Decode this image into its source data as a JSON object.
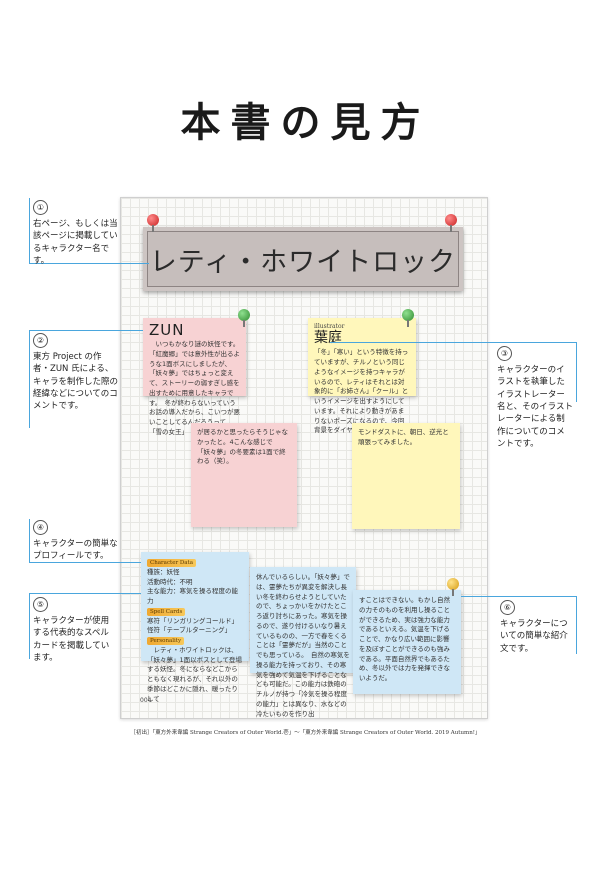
{
  "page_title": "本書の見方",
  "character_name": "レティ・ホワイトロック",
  "zun_note": {
    "name": "ZUN",
    "text_top": "　いつもかなり謎の妖怪です。「紅魔郷」では意外性が出るような1面ボスにしましたが、「妖々夢」ではちょっと変えて、ストーリーの弱すぎし感を出すために用意したキャラです。　冬が終わらないっていうお話の導入だから、こいつが悪いことしてるんだろうって、「雪の女王」",
    "text_bottom": "が居るかと思ったらそうじゃなかったと。4こんな感じで「妖々夢」の冬要素は1面で終わる（笑）。"
  },
  "illustrator_note": {
    "label": "illustrator",
    "name": "葉庭",
    "text_top": "「冬」「寒い」という特徴を持っていますが、チルノという同じようなイメージを持つキャラがいるので、レティはそれとは対象的に「お姉さん」「クール」というイメージを出すようにしています。それにより動きがあまりないポーズになるので、今回背景をダイヤ",
    "text_bottom": "モンドダストに、朝日、逆光と頑張ってみました。"
  },
  "profile_note": {
    "heading_data": "Character Data",
    "data_lines": [
      "種族：妖怪",
      "活動時代：不明",
      "主な能力：寒気を操る程度の能力"
    ],
    "heading_spell": "Spell Cards",
    "spell_lines": [
      "寒符「リンガリングコールド」",
      "怪符「テーブルターニング」"
    ],
    "heading_personality": "Personality",
    "personality_text": "　レティ・ホワイトロックは、「妖々夢」1面以ボスとして登場する妖怪。冬にならなどこからともなく現れるが、それ以外の季節はどこかに隠れ、暖ったりして"
  },
  "middle_note": {
    "text": "休んでいるらしい。「妖々夢」では、霊夢たちが異変を解決し長い冬を終わらせようとしていたので、ちょっかいをかけたところ返り討ちにあった。寒気を操るので、遂り付けるいなり暑えているものの、一方で春をくることは「霊夢だが」当然のことでも思っている。　自然の寒気を操る能力を持っており、その寒気を強めて気温を下げることなども可能だ。この能力は鉄砲のチルノが持つ「冷気を操る程度の能力」とは異なり、水などの冷たいものを作り出"
  },
  "right_note": {
    "text": "すことはできない。もかし自然の力そのものを利用し操ることができるため、実は強力な能力であるといえる。気温を下げることで、かなり広い範囲に影響を及ぼすことができるのも強みである。平面自然界でもあるため、冬以外では力を発揮できないようだ。"
  },
  "page_number": "004",
  "callouts": [
    {
      "num": "①",
      "text": "右ページ、もしくは当該ページに掲載しているキャラクター名です。"
    },
    {
      "num": "②",
      "text": "東方 Project の作者・ZUN 氏による、キャラを制作した際の経緯などについてのコメントです。"
    },
    {
      "num": "③",
      "text": "キャラクターのイラストを執筆したイラストレーター名と、そのイラストレーターによる制作についてのコメントです。"
    },
    {
      "num": "④",
      "text": "キャラクターの簡単なプロフィールです。"
    },
    {
      "num": "⑤",
      "text": "キャラクターが使用する代表的なスペルカードを掲載しています。"
    },
    {
      "num": "⑥",
      "text": "キャラクターについての簡単な紹介文です。"
    }
  ],
  "caption": "［初出］「東方外来韋編 Strange Creators of Outer World.壱」〜「東方外来韋編 Strange Creators of Outer World. 2019 Autumn!」"
}
